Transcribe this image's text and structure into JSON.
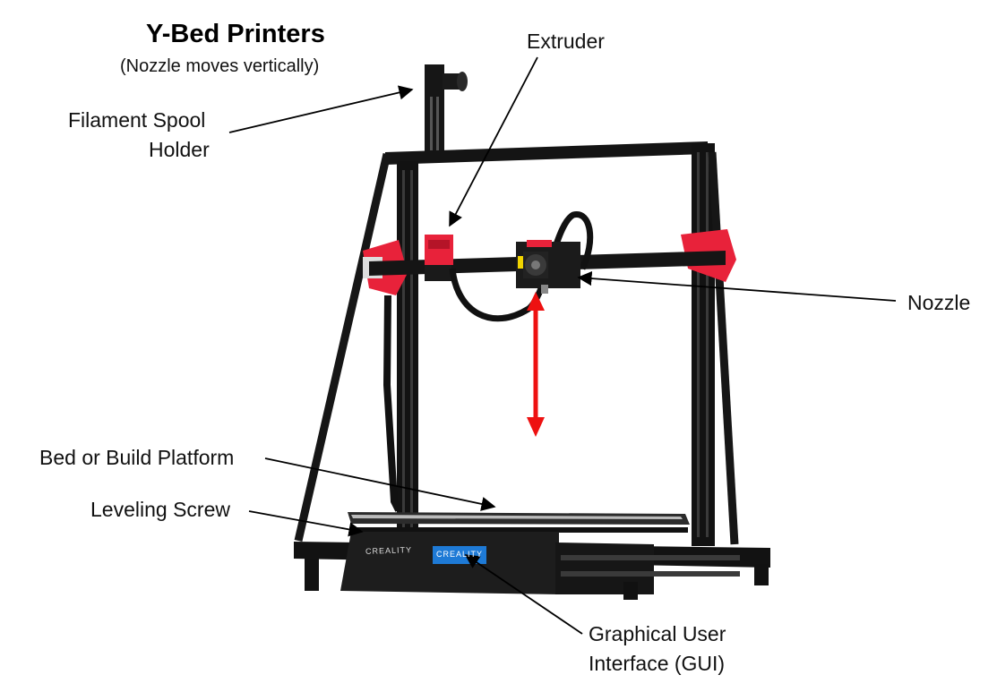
{
  "title": "Y-Bed Printers",
  "subtitle": "(Nozzle moves vertically)",
  "labels": {
    "extruder": "Extruder",
    "spool_line1": "Filament Spool",
    "spool_line2": "Holder",
    "nozzle": "Nozzle",
    "bed": "Bed or Build Platform",
    "leveling": "Leveling Screw",
    "gui_line1": "Graphical User",
    "gui_line2": "Interface (GUI)"
  },
  "printer": {
    "brand_text": "CREALITY",
    "screen_text": "CREALITY"
  },
  "colors": {
    "frame": "#141414",
    "accent_red": "#e8223a",
    "screen_blue": "#1e7ad6",
    "motion_arrow": "#ee1111",
    "leader": "#000000"
  }
}
